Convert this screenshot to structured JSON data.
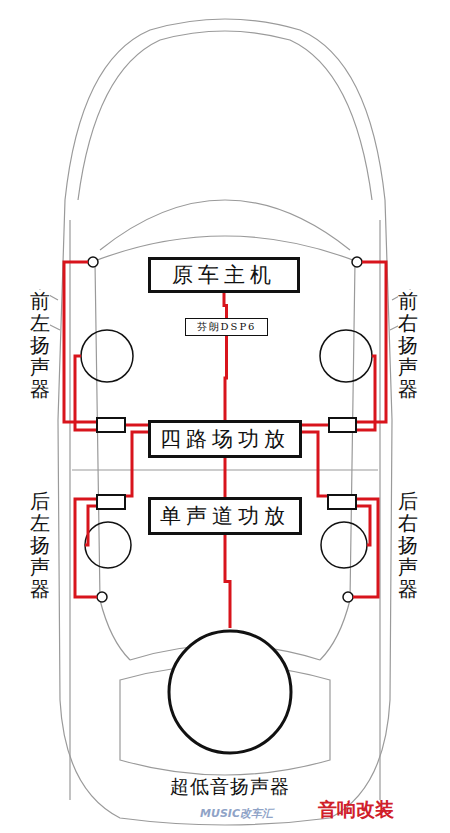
{
  "diagram": {
    "nodes": [
      {
        "text": [
          "原车主机"
        ]
      },
      {
        "text": [
          "芬朗DSP6"
        ]
      },
      {
        "text": [
          "四路场功放"
        ]
      },
      {
        "text": [
          "单声道功放"
        ]
      },
      {
        "text": [
          "超低音扬声器"
        ]
      }
    ],
    "edges": [
      {
        "from": 0,
        "to": 1,
        "arrow": "none"
      },
      {
        "from": 1,
        "to": 2,
        "arrow": "none"
      },
      {
        "from": 2,
        "to": 3,
        "arrow": "none"
      },
      {
        "from": 3,
        "to": 4,
        "arrow": "none"
      }
    ],
    "labels": [
      "前左扬声器",
      "前右扬声器",
      "后左扬声器",
      "后右扬声器",
      "MUSIC改车汇",
      "音响改装"
    ]
  }
}
